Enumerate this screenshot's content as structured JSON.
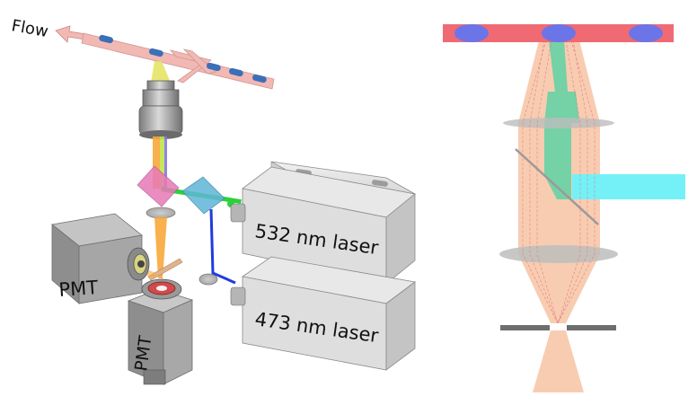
{
  "labels": {
    "flow": "Flow",
    "pmt_side": "PMT",
    "pmt_bottom": "PMT",
    "laser_532": "532 nm laser",
    "laser_473": "473 nm laser"
  },
  "colors": {
    "channel": "#f2b8b4",
    "droplet": "#3b6fb8",
    "laser_green": "#2bd23a",
    "laser_blue": "#1f3be0",
    "emission_orange": "#f7a93a",
    "dichroic_pink": "#e879b7",
    "dichroic_cyan": "#5fb6d8",
    "laser_body": "#dedede",
    "pmt_body": "#9c9c9c",
    "confocal_cone": "#f7c7a8",
    "confocal_channel": "#f06a73",
    "confocal_droplet": "#6b75e8",
    "beam_cyan": "#73f1f7",
    "beam_green": "#5ed1a5",
    "pinhole": "#6e6e6e"
  }
}
